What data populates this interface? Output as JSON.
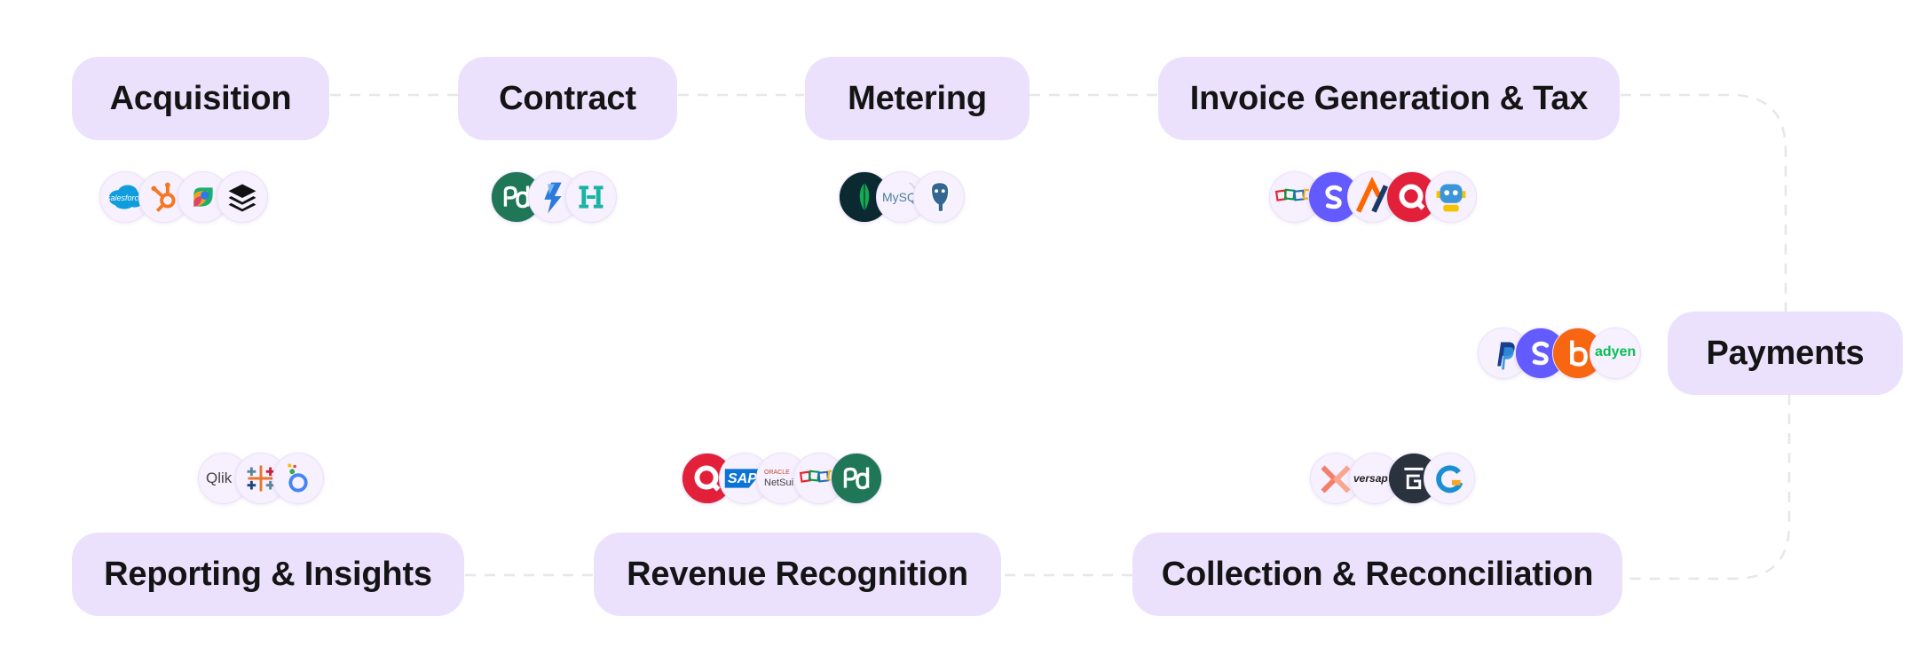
{
  "stages": {
    "acquisition": "Acquisition",
    "contract": "Contract",
    "metering": "Metering",
    "invoice": "Invoice Generation & Tax",
    "payments": "Payments",
    "collection": "Collection & Reconciliation",
    "revenue": "Revenue Recognition",
    "reporting": "Reporting & Insights"
  },
  "logos": {
    "salesforce": "salesforce",
    "mysql": "MySQL",
    "sap": "SAP",
    "netsuite_brand": "ORACLE",
    "netsuite": "NetSuite",
    "adyen": "adyen",
    "versapay": "versapay",
    "qlik": "Qlik"
  },
  "colors": {
    "stage_fill": "#ece1fd",
    "stage_text": "#141414",
    "connector": "#e6e6ec",
    "logo_bg": "#f6f0ff"
  },
  "icons": [
    "salesforce-logo-icon",
    "hubspot-logo-icon",
    "pendo-logo-icon",
    "buffer-layers-logo-icon",
    "pandadoc-logo-icon",
    "ironclad-logo-icon",
    "docusign-clm-logo-icon",
    "mongodb-logo-icon",
    "mysql-logo-icon",
    "postgresql-logo-icon",
    "zoho-logo-icon",
    "stripe-logo-icon",
    "avalara-logo-icon",
    "quaderno-logo-icon",
    "taxjar-robot-logo-icon",
    "paypal-logo-icon",
    "stripe-logo-icon",
    "braintree-logo-icon",
    "adyen-logo-icon",
    "tipalti-logo-icon",
    "versapay-logo-icon",
    "gocardless-logo-icon",
    "growfin-logo-icon",
    "quaderno-logo-icon",
    "sap-logo-icon",
    "netsuite-logo-icon",
    "zoho-logo-icon",
    "pandadoc-logo-icon",
    "qlik-logo-icon",
    "tableau-logo-icon",
    "looker-logo-icon"
  ]
}
